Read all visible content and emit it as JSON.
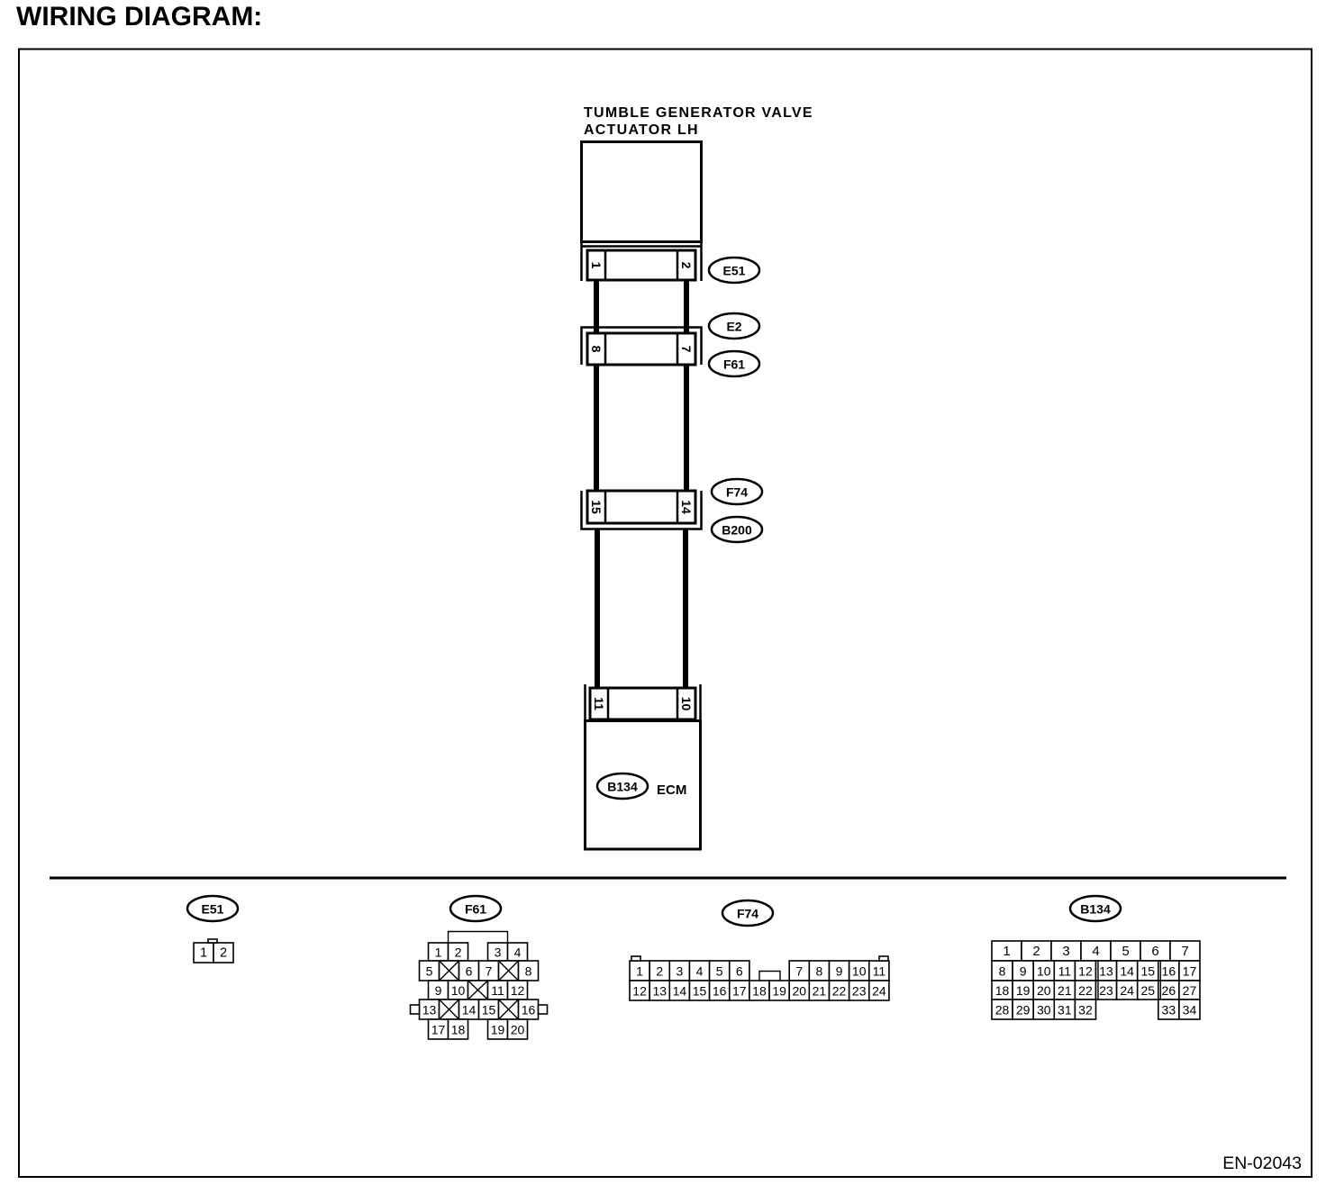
{
  "title": "WIRING DIAGRAM:",
  "actuator": {
    "name_line1": "TUMBLE GENERATOR VALVE",
    "name_line2": "ACTUATOR LH"
  },
  "harness": {
    "e51": {
      "tag": "E51",
      "pins": [
        "1",
        "2"
      ]
    },
    "e2_f61": {
      "tags": [
        "E2",
        "F61"
      ],
      "pins": [
        "8",
        "7"
      ]
    },
    "f74_b200": {
      "tags": [
        "F74",
        "B200"
      ],
      "pins": [
        "15",
        "14"
      ]
    },
    "ecm_connector": {
      "pins": [
        "11",
        "10"
      ]
    }
  },
  "ecm": {
    "tag": "B134",
    "label": "ECM"
  },
  "connector_views": {
    "e51": {
      "tag": "E51",
      "pins": [
        "1",
        "2"
      ]
    },
    "f61": {
      "tag": "F61",
      "pins": [
        "1",
        "2",
        "3",
        "4",
        "5",
        "6",
        "7",
        "8",
        "9",
        "10",
        "11",
        "12",
        "13",
        "14",
        "15",
        "16",
        "17",
        "18",
        "19",
        "20"
      ]
    },
    "f74": {
      "tag": "F74",
      "pins": [
        "1",
        "2",
        "3",
        "4",
        "5",
        "6",
        "7",
        "8",
        "9",
        "10",
        "11",
        "12",
        "13",
        "14",
        "15",
        "16",
        "17",
        "18",
        "19",
        "20",
        "21",
        "22",
        "23",
        "24"
      ]
    },
    "b134": {
      "tag": "B134",
      "pins": [
        "1",
        "2",
        "3",
        "4",
        "5",
        "6",
        "7",
        "8",
        "9",
        "10",
        "11",
        "12",
        "13",
        "14",
        "15",
        "16",
        "17",
        "18",
        "19",
        "20",
        "21",
        "22",
        "23",
        "24",
        "25",
        "26",
        "27",
        "28",
        "29",
        "30",
        "31",
        "32",
        "33",
        "34"
      ]
    }
  },
  "figure_code": "EN-02043",
  "colors": {
    "ink": "#000000",
    "background": "#ffffff"
  }
}
